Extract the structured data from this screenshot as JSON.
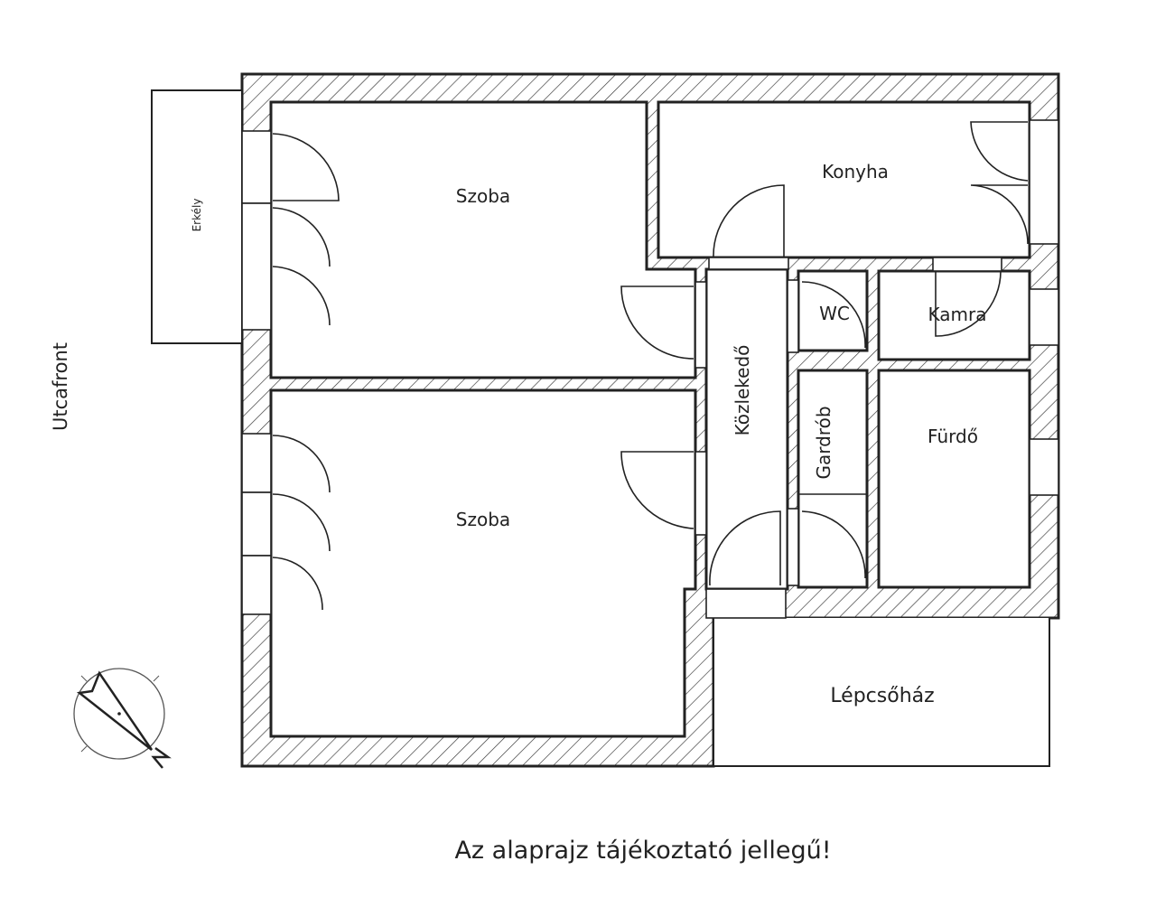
{
  "plan": {
    "rooms": {
      "szoba_1": "Szoba",
      "szoba_2": "Szoba",
      "konyha": "Konyha",
      "wc": "WC",
      "kamra": "Kamra",
      "kozlekedo": "Közlekedő",
      "gardrob": "Gardrób",
      "furdo": "Fürdő",
      "lepcsohaz": "Lépcsőház",
      "erkely": "Erkély"
    },
    "street_side": "Utcafront",
    "compass_icon": "north-arrow",
    "colors": {
      "line": "#222222",
      "background": "#ffffff"
    }
  },
  "footer": {
    "note": "Az alaprajz tájékoztató jellegű!"
  }
}
